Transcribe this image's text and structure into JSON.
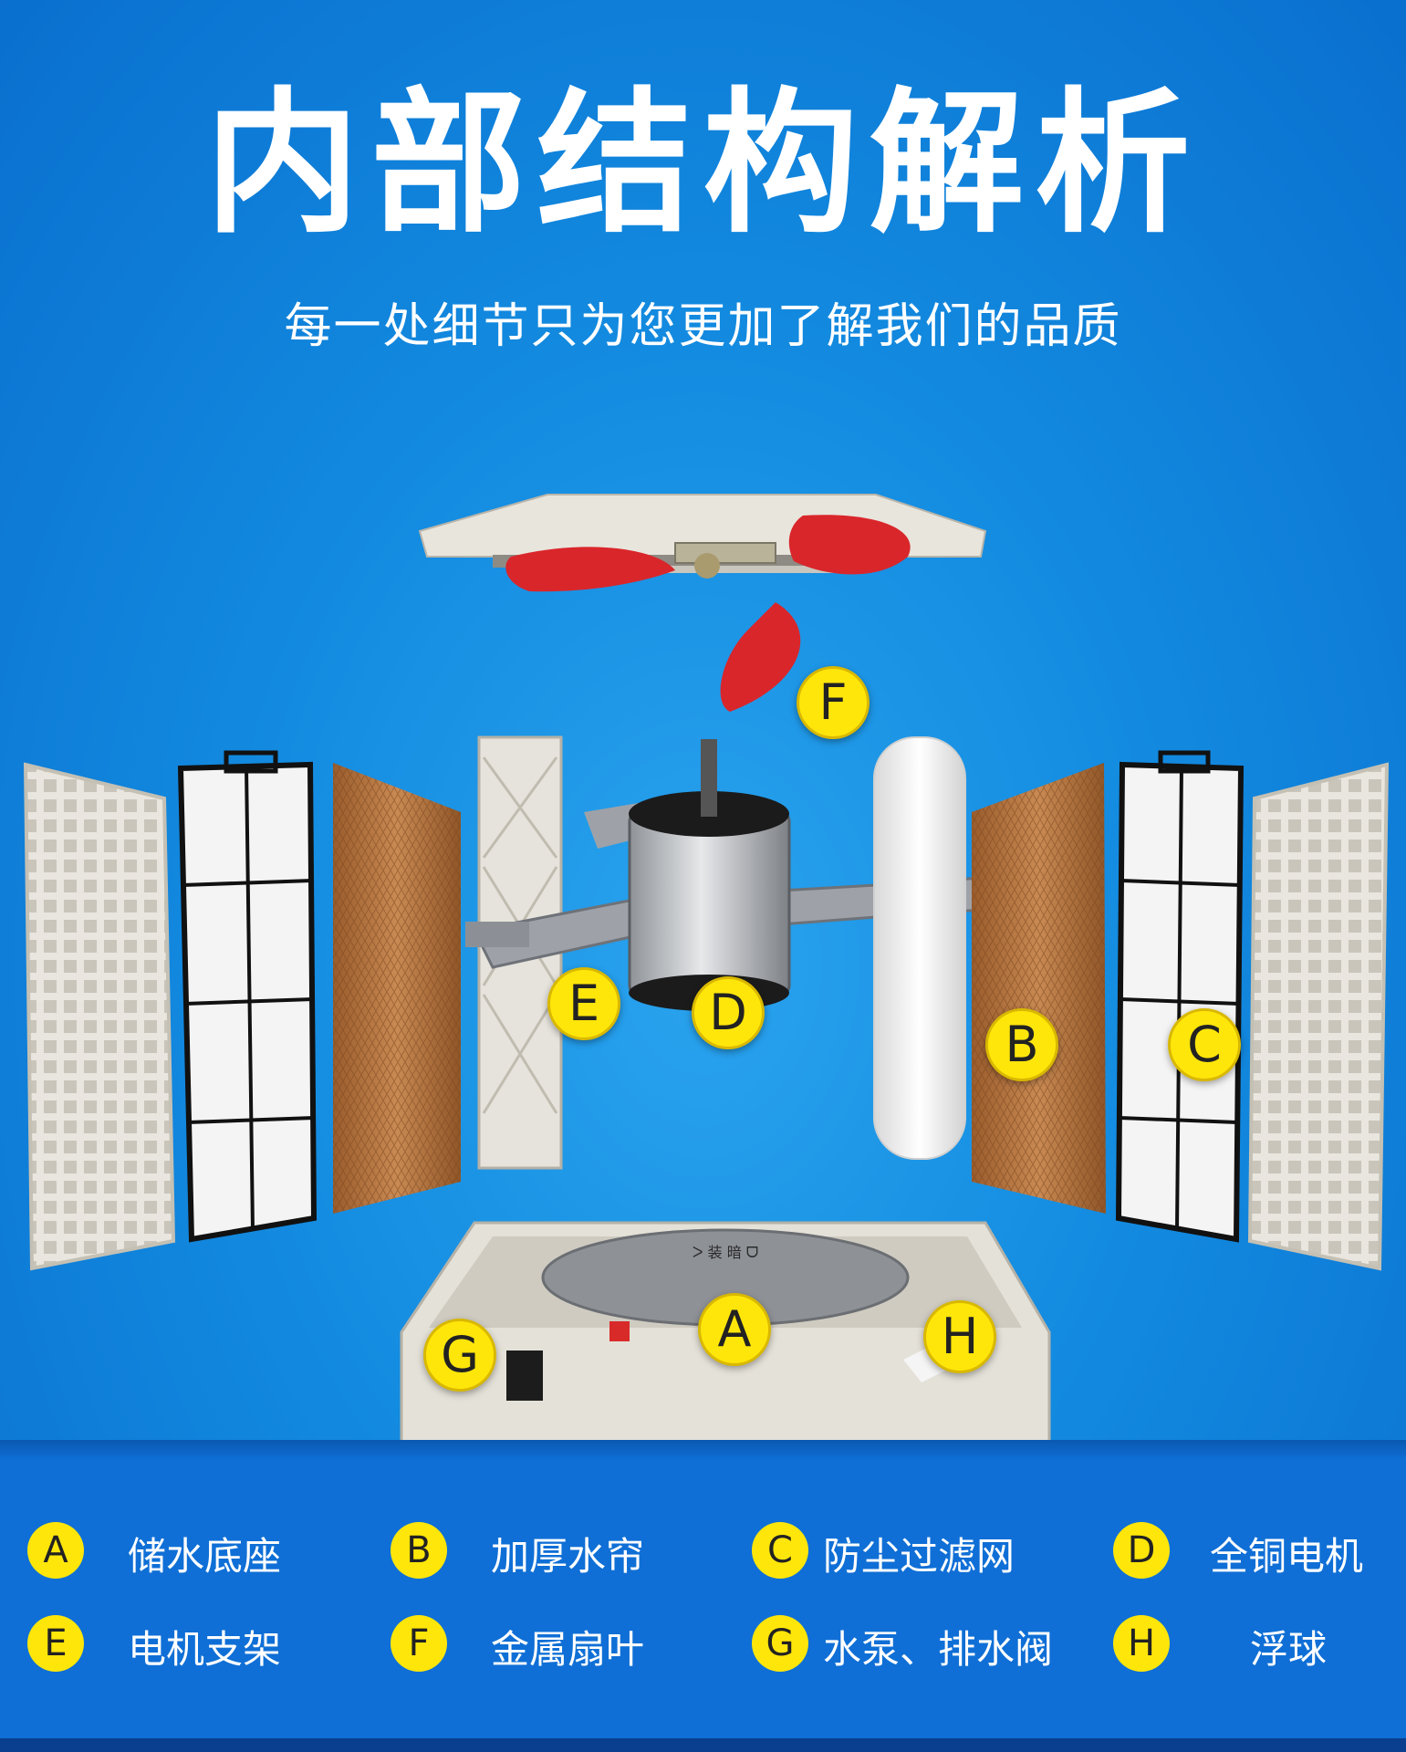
{
  "header": {
    "title": "内部结构解析",
    "subtitle": "每一处细节只为您更加了解我们的品质"
  },
  "diagram": {
    "markers": {
      "a": "A",
      "b": "B",
      "c": "C",
      "d": "D",
      "e": "E",
      "f": "F",
      "g": "G",
      "h": "H"
    },
    "lid_text": "ᐳ 装 暗 ᗜ"
  },
  "legend": {
    "items": [
      {
        "letter": "A",
        "label": "储水底座"
      },
      {
        "letter": "B",
        "label": "加厚水帘"
      },
      {
        "letter": "C",
        "label": "防尘过滤网"
      },
      {
        "letter": "D",
        "label": "全铜电机"
      },
      {
        "letter": "E",
        "label": "电机支架"
      },
      {
        "letter": "F",
        "label": "金属扇叶"
      },
      {
        "letter": "G",
        "label": "水泵、排水阀"
      },
      {
        "letter": "H",
        "label": "浮球"
      }
    ]
  },
  "colors": {
    "background": "#138be0",
    "footer": "#0f6fd6",
    "badge": "#ffe60a",
    "text": "#ffffff",
    "fan_blade": "#d9262b",
    "cooling_pad": "#b8743f",
    "plastic": "#e4e1d8"
  }
}
